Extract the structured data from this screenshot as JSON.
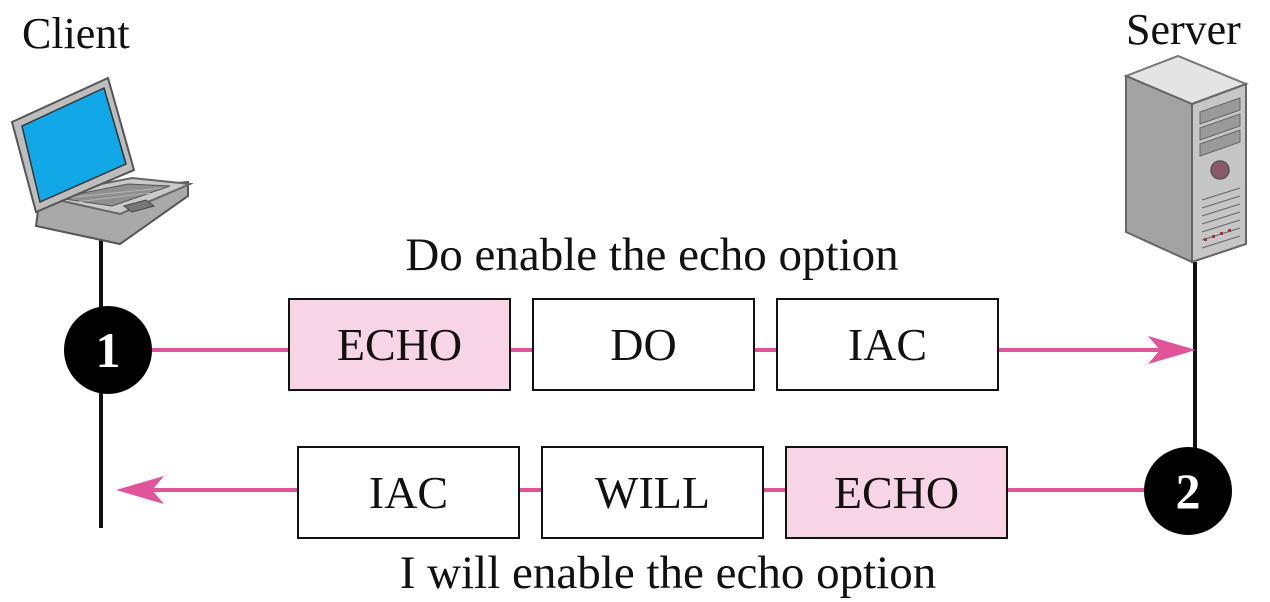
{
  "nodes": {
    "client": "Client",
    "server": "Server"
  },
  "messages": [
    {
      "step": "1",
      "caption": "Do enable the echo option",
      "fields": [
        "ECHO",
        "DO",
        "IAC"
      ]
    },
    {
      "step": "2",
      "caption": "I will enable the echo option",
      "fields": [
        "IAC",
        "WILL",
        "ECHO"
      ]
    }
  ],
  "colors": {
    "arrow": "#e0559a",
    "highlight_fill": "#f7d4e6",
    "screen": "#12a7e6"
  }
}
